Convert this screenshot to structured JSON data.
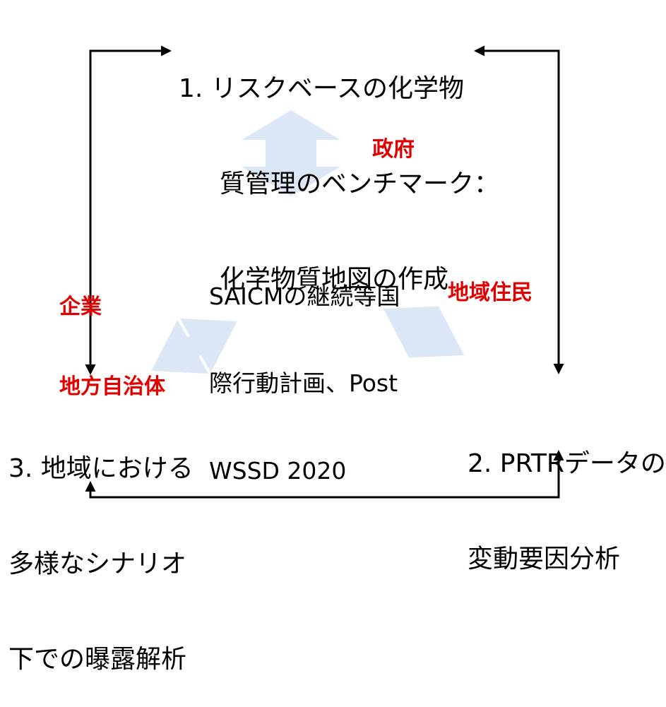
{
  "nodes": {
    "top": {
      "number": "1.",
      "lines": [
        "リスクベースの化学物",
        "質管理のベンチマーク：",
        "化学物質地図の作成"
      ]
    },
    "right": {
      "lines": [
        "2. PRTRデータの",
        "変動要因分析"
      ]
    },
    "left": {
      "lines": [
        "3. 地域における",
        "多様なシナリオ",
        "下での曝露解析"
      ]
    }
  },
  "center": {
    "lines": [
      "SAICMの継続等国",
      "際行動計画、Post",
      "WSSD 2020"
    ]
  },
  "actors": {
    "government": "政府",
    "industry_local": [
      "企業",
      "地方自治体"
    ],
    "residents": "地域住民"
  },
  "colors": {
    "actor_text": "#e00000",
    "connector_arrow": "#000000",
    "cycle_arrow_fill": "#dbe7f5"
  },
  "icons": [
    "double-arrow-icon",
    "arrowhead-icon"
  ]
}
